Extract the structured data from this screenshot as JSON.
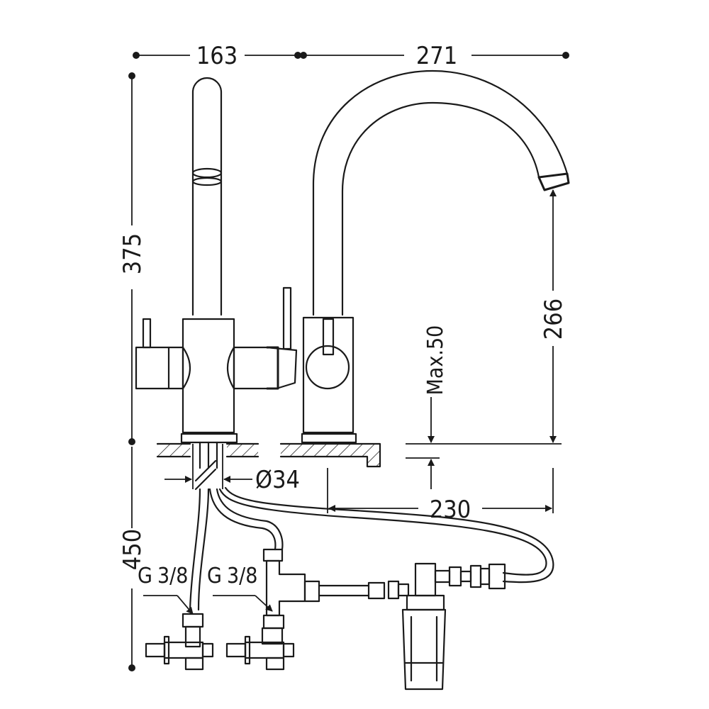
{
  "dimensions": {
    "width_left": "163",
    "width_right": "271",
    "height_total": "375",
    "spout_height": "266",
    "deck_max": "Max.50",
    "hole_diameter": "Ø34",
    "spout_reach": "230",
    "hose_length": "450"
  },
  "connections": {
    "left_thread": "G",
    "left_size": "3/8",
    "right_thread": "G",
    "right_size": "3/8"
  }
}
